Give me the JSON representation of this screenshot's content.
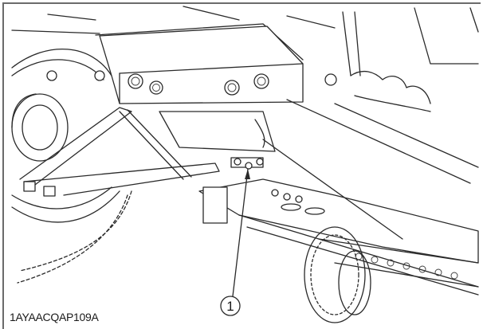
{
  "figure": {
    "caption_id": "1AYAACQAP109A",
    "subject": "vehicle underside line drawing",
    "callouts": [
      {
        "number": "1",
        "glyph": "①",
        "target": "bolt-cluster-under-bracket"
      }
    ],
    "colors": {
      "line": "#2a2a2a",
      "background": "#ffffff",
      "frame": "#6b6b6b"
    }
  }
}
